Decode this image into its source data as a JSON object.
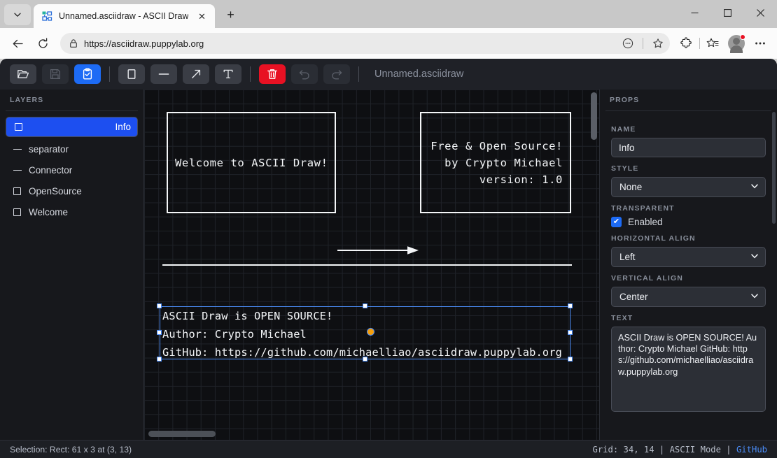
{
  "browser": {
    "tab": {
      "title": "Unnamed.asciidraw - ASCII Draw",
      "favicon": "diagram-icon",
      "close_label": "✕"
    },
    "new_tab_label": "+",
    "chevron_label": "⌄",
    "window_controls": {
      "minimize": "–",
      "maximize": "□",
      "close": "✕"
    },
    "nav": {
      "back": "←",
      "reload": "↻"
    },
    "omnibox": {
      "url": "https://asciidraw.puppylab.org",
      "lock_icon": "lock-icon",
      "readmode_icon": "read-aloud-icon",
      "favorite_icon": "star-icon"
    },
    "toolbar_icons": {
      "extensions": "extensions-icon",
      "collections": "collections-icon",
      "profile": "profile-avatar",
      "settings": "ellipsis-icon"
    }
  },
  "app": {
    "toolbar": {
      "open_label": "Open",
      "save_label": "Save",
      "select_label": "Select",
      "rect_label": "Rectangle",
      "line_label": "Line",
      "arrow_label": "Arrow",
      "text_label": "Text",
      "delete_label": "Delete",
      "undo_label": "Undo",
      "redo_label": "Redo",
      "document_title": "Unnamed.asciidraw"
    },
    "layers": {
      "header": "LAYERS",
      "items": [
        {
          "label": "Info",
          "icon": "rect-icon",
          "selected": true
        },
        {
          "label": "separator",
          "icon": "line-icon",
          "selected": false
        },
        {
          "label": "Connector",
          "icon": "line-icon",
          "selected": false
        },
        {
          "label": "OpenSource",
          "icon": "rect-icon",
          "selected": false
        },
        {
          "label": "Welcome",
          "icon": "rect-icon",
          "selected": false
        }
      ]
    },
    "canvas": {
      "welcome_box_text": "Welcome to ASCII Draw!",
      "opensource_line1": "Free & Open Source!",
      "opensource_line2": "by Crypto Michael",
      "opensource_line3": "version: 1.0",
      "info_line1": "ASCII Draw is OPEN SOURCE!",
      "info_line2": "Author: Crypto Michael",
      "info_line3": "GitHub: https://github.com/michaelliao/asciidraw.puppylab.org"
    },
    "props": {
      "header": "PROPS",
      "name_label": "NAME",
      "name_value": "Info",
      "style_label": "STYLE",
      "style_value": "None",
      "transparent_label": "TRANSPARENT",
      "transparent_checkbox": "Enabled",
      "transparent_checked_glyph": "✔",
      "halign_label": "HORIZONTAL ALIGN",
      "halign_value": "Left",
      "valign_label": "VERTICAL ALIGN",
      "valign_value": "Center",
      "text_label": "TEXT",
      "text_value": "ASCII Draw is OPEN SOURCE!\nAuthor: Crypto Michael\nGitHub: https://github.com/michaelliao/asciidraw.puppylab.org",
      "chevron_glyph": "⌄"
    },
    "status": {
      "selection": "Selection: Rect: 61 x 3 at (3, 13)",
      "grid": "Grid: 34, 14",
      "sep1": " | ",
      "mode": "ASCII Mode",
      "sep2": " | ",
      "github_link": "GitHub"
    }
  },
  "colors": {
    "accent_blue": "#1d6bf5",
    "select_blue": "#1d4ff0",
    "danger_red": "#e81123",
    "handle_orange": "#f59e0b",
    "canvas_bg": "#0e0f12",
    "panel_bg": "#17181c"
  }
}
